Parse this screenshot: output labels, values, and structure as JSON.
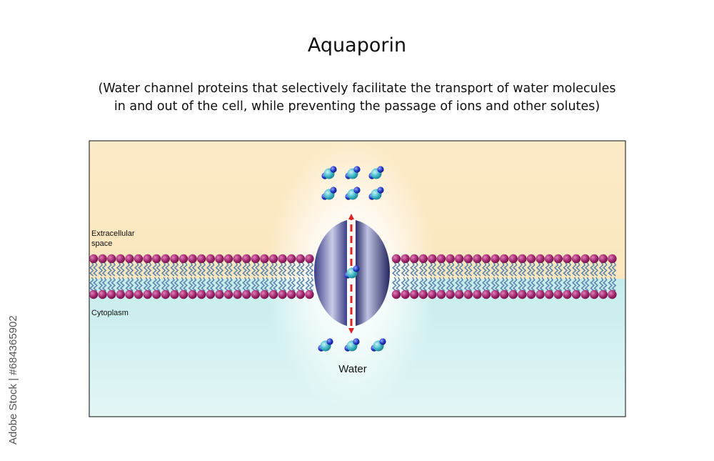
{
  "title": "Aquaporin",
  "subtitle_line1": "(Water channel proteins that selectively facilitate the transport of water molecules",
  "subtitle_line2": "in and out of the cell, while preventing the passage of ions and other solutes)",
  "labels": {
    "extracellular_line1": "Extracellular",
    "extracellular_line2": "space",
    "cytoplasm": "Cytoplasm",
    "water": "Water"
  },
  "watermark": "Adobe Stock | #684365902",
  "colors": {
    "extracellular": "#fbe9c6",
    "cytoplasm": "#cdeeee",
    "phospholipid_head": "#a3286f",
    "phospholipid_tail": "#5e88b0",
    "protein": "#2c2f6e",
    "arrow": "#e02424",
    "oxygen": "#3bb6c6",
    "hydrogen": "#2036c4"
  }
}
